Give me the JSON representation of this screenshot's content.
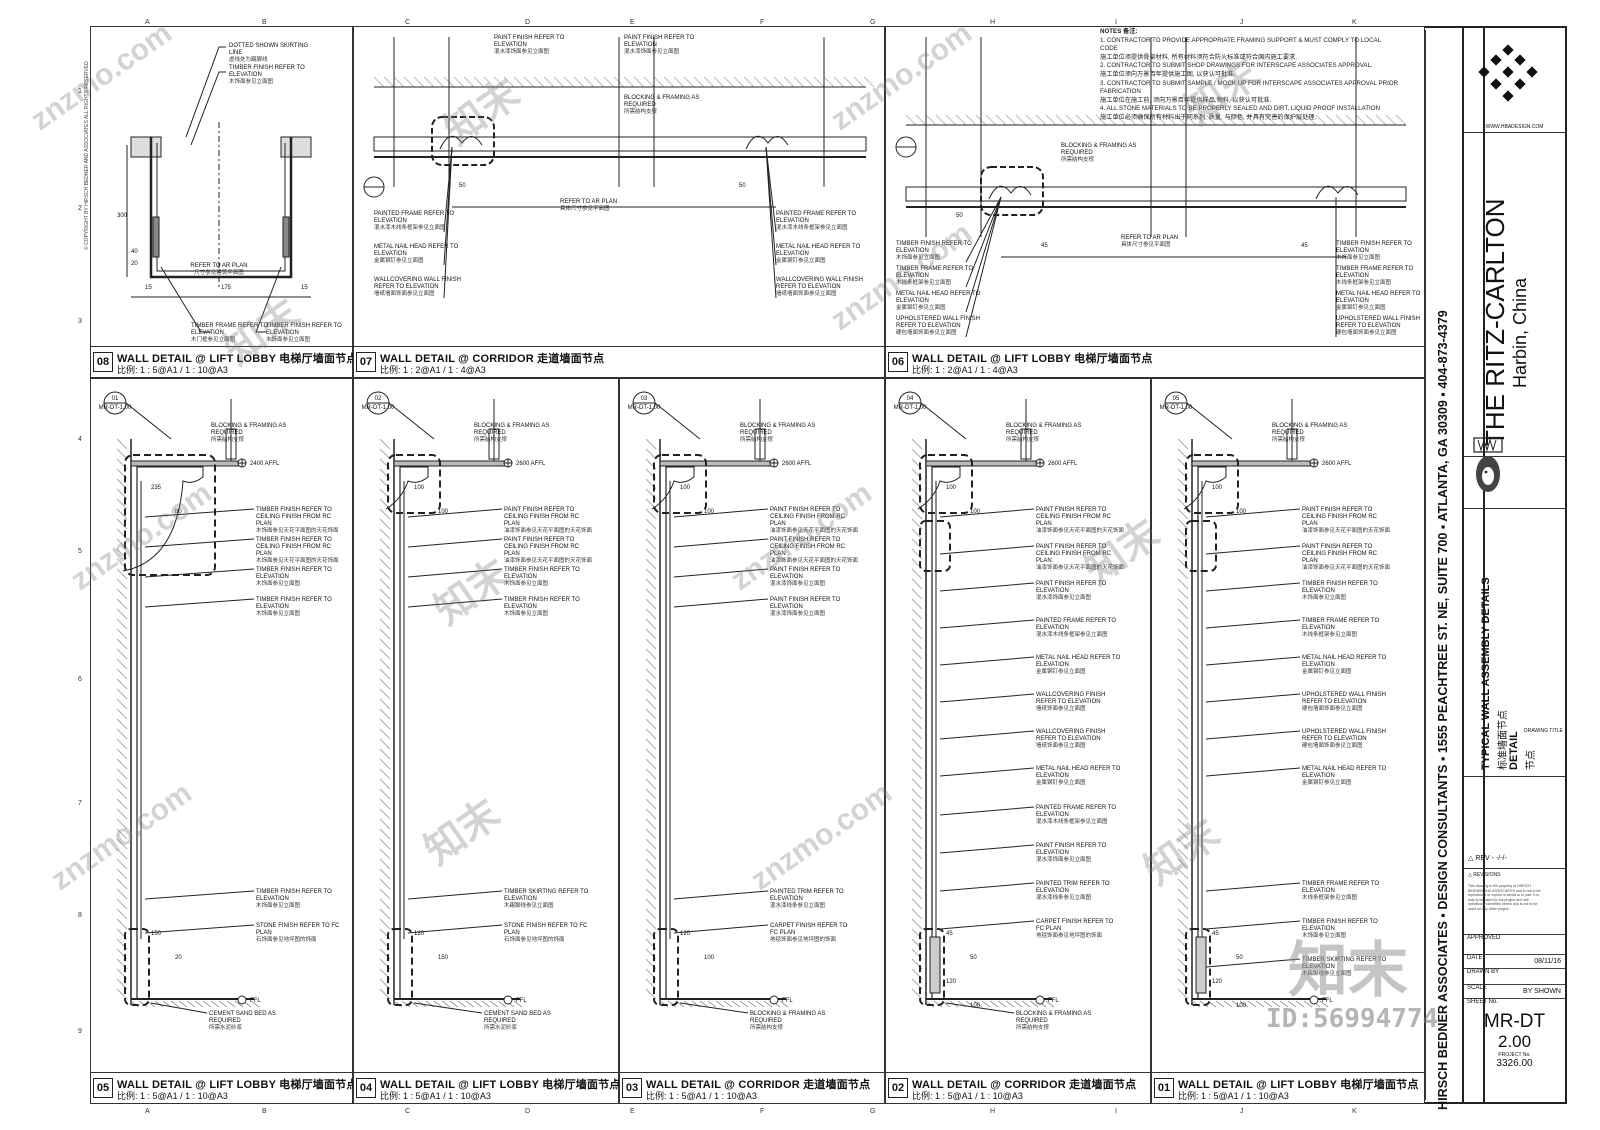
{
  "sheet": {
    "project": "THE RITZ-CARLTON",
    "location": "Harbin, China",
    "firm_line": "HIRSCH BEDNER ASSOCIATES ▪ DESIGN CONSULTANTS ▪ 1555 PEACHTREE ST. NE, SUITE 700 ▪ ATLANTA, GA 30309 ▪ 404-873-4379",
    "website": "WWW.HBADESIGN.COM",
    "drawing_title_en": "TYPICAL WALL ASSEMBLY DETAILS",
    "drawing_title_cn": "标准墙面节点",
    "detail_en": "DETAIL",
    "detail_cn": "节点",
    "drawing_title_caption": "DRAWING TITLE",
    "rev_label": "REV - -/-/-",
    "revisions_label": "REVISIONS",
    "approved_label": "APPROVED",
    "date_label": "DATE",
    "date_value": "08/11/16",
    "drawn_by_label": "DRAWN BY",
    "scale_label": "SCALE",
    "scale_value": "BY SHOWN",
    "sheet_no_label": "SHEET No.",
    "sheet_no": "MR-DT",
    "sheet_no_sub": "2.00",
    "project_no_label": "PROJECT No.",
    "project_no": "3326.00",
    "copyright": "© COPYRIGHT BY HIRSCH BEDNER AND ASSOCIATES ALL RIGHTS RESERVED",
    "disclaimer": "This drawing is the property of HIRSCH BEDNER AND ASSOCIATES and is not to be reproduced or copied in whole or in part. It is only to be used for the project and site specifically identified herein and is not to be used on any other project."
  },
  "watermark": {
    "brand": "知末",
    "site": "znzmo.com",
    "id": "ID:56994774"
  },
  "notes": {
    "heading": "NOTES 备注:",
    "items": [
      "1. CONTRACTOR TO PROVIDE APPROPRIATE FRAMING SUPPORT & MUST COMPLY TO LOCAL CODE",
      "施工单位须提供骨架材料, 所有材料须符合防火标准或符合国内施工要求.",
      "2. CONTRACTOR TO SUBMIT SHOP DRAWINGS FOR INTERSCAPE ASSOCIATES APPROVAL.",
      "施工单位须向万景百年提供施工图, 以获认可批准.",
      "3. CONTRACTOR TO SUBMIT SAMPLE / MOCK UP FOR INTERSCAPE ASSOCIATES APPROVAL PRIOR FABRICATION",
      "施工单位在施工前, 须向万景百年提供样品,物料, 以获认可批准.",
      "4. ALL STONE MATERIALS TO BE PROPERLY SEALED AND DIRT, LIQUID PROOF INSTALLATION",
      "施工单位必须确保所有材料出于同系列, 质量, 与颜色, 并具有完善的保护层处理."
    ]
  },
  "grid": {
    "cols": [
      "A",
      "B",
      "C",
      "D",
      "E",
      "F",
      "G",
      "H",
      "I",
      "J",
      "K"
    ],
    "rows": [
      "1",
      "2",
      "3",
      "4",
      "5",
      "6",
      "7",
      "8",
      "9"
    ]
  },
  "panels": [
    {
      "num": "08",
      "title": "WALL DETAIL @ LIFT LOBBY 电梯厅墙面节点",
      "scale": "比例: 1 : 5@A1 / 1 : 10@A3"
    },
    {
      "num": "07",
      "title": "WALL DETAIL @ CORRIDOR 走道墙面节点",
      "scale": "比例: 1 : 2@A1 / 1 : 4@A3"
    },
    {
      "num": "06",
      "title": "WALL DETAIL @ LIFT LOBBY 电梯厅墙面节点",
      "scale": "比例: 1 : 2@A1 / 1 : 4@A3"
    },
    {
      "num": "05",
      "title": "WALL DETAIL @ LIFT LOBBY 电梯厅墙面节点",
      "scale": "比例: 1 : 5@A1 / 1 : 10@A3"
    },
    {
      "num": "04",
      "title": "WALL DETAIL @ LIFT LOBBY 电梯厅墙面节点",
      "scale": "比例: 1 : 5@A1 / 1 : 10@A3"
    },
    {
      "num": "03",
      "title": "WALL DETAIL @ CORRIDOR 走道墙面节点",
      "scale": "比例: 1 : 5@A1 / 1 : 10@A3"
    },
    {
      "num": "02",
      "title": "WALL DETAIL @ CORRIDOR 走道墙面节点",
      "scale": "比例: 1 : 5@A1 / 1 : 10@A3"
    },
    {
      "num": "01",
      "title": "WALL DETAIL @ LIFT LOBBY 电梯厅墙面节点",
      "scale": "比例: 1 : 5@A1 / 1 : 10@A3"
    }
  ],
  "annotations": {
    "p08": [
      {
        "en": "DOTTED SHOWN SKIRTING LINE",
        "cn": "虚线处为踢脚线"
      },
      {
        "en": "TIMBER FINISH REFER TO ELEVATION",
        "cn": "木饰面参见立面图"
      },
      {
        "en": "REFER TO AR PLAN",
        "cn": "尺寸参见建筑平面图"
      },
      {
        "en": "TIMBER FRAME REFER TO ELEVATION",
        "cn": "木门框参见立面图"
      },
      {
        "en": "TIMBER FINISH REFER TO ELEVATION",
        "cn": "木饰面参见立面图"
      }
    ],
    "p07": [
      {
        "en": "PAINT FINISH REFER TO ELEVATION",
        "cn": "混水漆饰面参见立面图"
      },
      {
        "en": "PAINT FINISH REFER TO ELEVATION",
        "cn": "混水漆饰面参见立面图"
      },
      {
        "en": "BLOCKING & FRAMING AS REQUIRED",
        "cn": "所需结构支撑"
      },
      {
        "en": "REFER TO AR PLAN",
        "cn": "具体尺寸参见平面图"
      },
      {
        "en": "PAINTED FRAME REFER TO ELEVATION",
        "cn": "混水漆木线条框架参见立面图"
      },
      {
        "en": "METAL NAIL HEAD REFER TO ELEVATION",
        "cn": "金属钢钉参见立面图"
      },
      {
        "en": "WALLCOVERING WALL FINISH REFER TO ELEVATION",
        "cn": "墙纸墙面饰面参见立面图"
      },
      {
        "en": "PAINTED FRAME REFER TO ELEVATION",
        "cn": "混水漆木线条框架参见立面图"
      },
      {
        "en": "METAL NAIL HEAD REFER TO ELEVATION",
        "cn": "金属钢钉参见立面图"
      },
      {
        "en": "WALLCOVERING WALL FINISH REFER TO ELEVATION",
        "cn": "墙纸墙面饰面参见立面图"
      }
    ],
    "p06": [
      {
        "en": "BLOCKING & FRAMING AS REQUIRED",
        "cn": "所需结构支撑"
      },
      {
        "en": "REFER TO AR PLAN",
        "cn": "具体尺寸参见平面图"
      },
      {
        "en": "TIMBER FINISH REFER TO ELEVATION",
        "cn": "木饰面参见立面图"
      },
      {
        "en": "TIMBER FRAME REFER TO ELEVATION",
        "cn": "木线条框架参见立面图"
      },
      {
        "en": "METAL NAIL HEAD REFER TO ELEVATION",
        "cn": "金属钢钉参见立面图"
      },
      {
        "en": "UPHOLSTERED WALL FINISH REFER TO ELEVATION",
        "cn": "硬包墙面饰面参见立面图"
      },
      {
        "en": "TIMBER FINISH REFER TO ELEVATION",
        "cn": "木饰面参见立面图"
      },
      {
        "en": "TIMBER FRAME REFER TO ELEVATION",
        "cn": "木线条框架参见立面图"
      },
      {
        "en": "METAL NAIL HEAD REFER TO ELEVATION",
        "cn": "金属钢钉参见立面图"
      },
      {
        "en": "UPHOLSTERED WALL FINISH REFER TO ELEVATION",
        "cn": "硬包墙面饰面参见立面图"
      }
    ],
    "p05": [
      {
        "en": "BLOCKING & FRAMING AS REQUIRED",
        "cn": "所需结构支撑"
      },
      {
        "en": "2400 AFFL",
        "cn": ""
      },
      {
        "en": "TIMBER FINISH REFER TO CEILING FINISH FROM RC PLAN",
        "cn": "木饰面参见天花平面图的天花饰面"
      },
      {
        "en": "TIMBER FINISH REFER TO CEILING FINISH FROM RC PLAN",
        "cn": "木饰面参见天花平面图的天花饰面"
      },
      {
        "en": "TIMBER FINISH REFER TO ELEVATION",
        "cn": "木饰面参见立面图"
      },
      {
        "en": "TIMBER FINISH REFER TO ELEVATION",
        "cn": "木饰面参见立面图"
      },
      {
        "en": "TIMBER FINISH REFER TO ELEVATION",
        "cn": "木饰面参见立面图"
      },
      {
        "en": "STONE FINISH REFER TO FC PLAN",
        "cn": "石饰面参见地坪图的饰面"
      },
      {
        "en": "CEMENT SAND BED AS REQUIRED",
        "cn": "所需水泥砂浆"
      },
      {
        "en": "FFL",
        "cn": ""
      }
    ],
    "p04": [
      {
        "en": "BLOCKING & FRAMING AS REQUIRED",
        "cn": "所需结构支撑"
      },
      {
        "en": "2600 AFFL",
        "cn": ""
      },
      {
        "en": "PAINT FINISH REFER TO CEILING FINISH FROM RC PLAN",
        "cn": "油漆饰面参见天花平面图的天花饰面"
      },
      {
        "en": "PAINT FINISH REFER TO CEILING FINISH FROM RC PLAN",
        "cn": "油漆饰面参见天花平面图的天花饰面"
      },
      {
        "en": "TIMBER FINISH REFER TO ELEVATION",
        "cn": "木饰面参见立面图"
      },
      {
        "en": "TIMBER FINISH REFER TO ELEVATION",
        "cn": "木饰面参见立面图"
      },
      {
        "en": "TIMBER SKIRTING REFER TO ELEVATION",
        "cn": "木踢脚线参见立面图"
      },
      {
        "en": "STONE FINISH REFER TO FC PLAN",
        "cn": "石饰面参见地坪图的饰面"
      },
      {
        "en": "CEMENT SAND BED AS REQUIRED",
        "cn": "所需水泥砂浆"
      },
      {
        "en": "FFL",
        "cn": ""
      }
    ],
    "p03": [
      {
        "en": "BLOCKING & FRAMING AS REQUIRED",
        "cn": "所需结构支撑"
      },
      {
        "en": "2600 AFFL",
        "cn": ""
      },
      {
        "en": "PAINT FINISH REFER TO CEILING FINISH FROM RC PLAN",
        "cn": "油漆饰面参见天花平面图的天花饰面"
      },
      {
        "en": "PAINT FINISH REFER TO CEILING FINISH FROM RC PLAN",
        "cn": "油漆饰面参见天花平面图的天花饰面"
      },
      {
        "en": "PAINT FINISH REFER TO ELEVATION",
        "cn": "混水漆饰面参见立面图"
      },
      {
        "en": "PAINT FINISH REFER TO ELEVATION",
        "cn": "混水漆饰面参见立面图"
      },
      {
        "en": "PAINTED TRIM REFER TO ELEVATION",
        "cn": "混水漆线条参见立面图"
      },
      {
        "en": "CARPET FINISH REFER TO FC PLAN",
        "cn": "地毯饰面参见地坪图的饰面"
      },
      {
        "en": "BLOCKING & FRAMING AS REQUIRED",
        "cn": "所需结构支撑"
      },
      {
        "en": "FFL",
        "cn": ""
      }
    ],
    "p02": [
      {
        "en": "BLOCKING & FRAMING AS REQUIRED",
        "cn": "所需结构支撑"
      },
      {
        "en": "2600 AFFL",
        "cn": ""
      },
      {
        "en": "PAINT FINISH REFER TO CEILING FINISH FROM RC PLAN",
        "cn": "油漆饰面参见天花平面图的天花饰面"
      },
      {
        "en": "PAINT FINISH REFER TO CEILING FINISH FROM RC PLAN",
        "cn": "油漆饰面参见天花平面图的天花饰面"
      },
      {
        "en": "PAINT FINISH REFER TO ELEVATION",
        "cn": "混水漆饰面参见立面图"
      },
      {
        "en": "PAINTED FRAME REFER TO ELEVATION",
        "cn": "混水漆木线条框架参见立面图"
      },
      {
        "en": "METAL NAIL HEAD REFER TO ELEVATION",
        "cn": "金属钢钉参见立面图"
      },
      {
        "en": "WALLCOVERING FINISH REFER TO ELEVATION",
        "cn": "墙纸饰面参见立面图"
      },
      {
        "en": "WALLCOVERING FINISH REFER TO ELEVATION",
        "cn": "墙纸饰面参见立面图"
      },
      {
        "en": "METAL NAIL HEAD REFER TO ELEVATION",
        "cn": "金属钢钉参见立面图"
      },
      {
        "en": "PAINTED FRAME REFER TO ELEVATION",
        "cn": "混水漆木线条框架参见立面图"
      },
      {
        "en": "PAINT FINISH REFER TO ELEVATION",
        "cn": "混水漆饰面参见立面图"
      },
      {
        "en": "PAINTED TRIM REFER TO ELEVATION",
        "cn": "混水漆线条参见立面图"
      },
      {
        "en": "CARPET FINISH REFER TO FC PLAN",
        "cn": "地毯饰面参见地坪图的饰面"
      },
      {
        "en": "BLOCKING & FRAMING AS REQUIRED",
        "cn": "所需结构支撑"
      },
      {
        "en": "FFL",
        "cn": ""
      }
    ],
    "p01": [
      {
        "en": "BLOCKING & FRAMING AS REQUIRED",
        "cn": "所需结构支撑"
      },
      {
        "en": "2600 AFFL",
        "cn": ""
      },
      {
        "en": "PAINT FINISH REFER TO CEILING FINISH FROM RC PLAN",
        "cn": "油漆饰面参见天花平面图的天花饰面"
      },
      {
        "en": "PAINT FINISH REFER TO CEILING FINISH FROM RC PLAN",
        "cn": "油漆饰面参见天花平面图的天花饰面"
      },
      {
        "en": "TIMBER FINISH REFER TO ELEVATION",
        "cn": "木饰面参见立面图"
      },
      {
        "en": "TIMBER FRAME REFER TO ELEVATION",
        "cn": "木线条框架参见立面图"
      },
      {
        "en": "METAL NAIL HEAD REFER TO ELEVATION",
        "cn": "金属钢钉参见立面图"
      },
      {
        "en": "UPHOLSTERED WALL FINISH REFER TO ELEVATION",
        "cn": "硬包墙面饰面参见立面图"
      },
      {
        "en": "UPHOLSTERED WALL FINISH REFER TO ELEVATION",
        "cn": "硬包墙面饰面参见立面图"
      },
      {
        "en": "METAL NAIL HEAD REFER TO ELEVATION",
        "cn": "金属钢钉参见立面图"
      },
      {
        "en": "TIMBER FRAME REFER TO ELEVATION",
        "cn": "木线条框架参见立面图"
      },
      {
        "en": "TIMBER FINISH REFER TO ELEVATION",
        "cn": "木饰面参见立面图"
      },
      {
        "en": "TIMBER SKIRTING REFER TO ELEVATION",
        "cn": "木踢脚线参见立面图"
      },
      {
        "en": "FFL",
        "cn": ""
      }
    ]
  },
  "dimensions": {
    "p08": [
      "300",
      "40",
      "20",
      "175",
      "15",
      "15"
    ],
    "p07": [
      "50",
      "50"
    ],
    "p06": [
      "50",
      "45",
      "45"
    ],
    "p05": [
      "235",
      "80",
      "150",
      "20"
    ],
    "p04": [
      "100",
      "100",
      "120",
      "150"
    ],
    "p03": [
      "100",
      "100",
      "120",
      "100"
    ],
    "p02": [
      "100",
      "100",
      "45",
      "50",
      "120",
      "100"
    ],
    "p01": [
      "100",
      "100",
      "45",
      "50",
      "120",
      "100"
    ]
  },
  "section_tags": [
    "01",
    "02",
    "03",
    "04",
    "05"
  ],
  "section_tag_sub": "MR-DT-1.00"
}
